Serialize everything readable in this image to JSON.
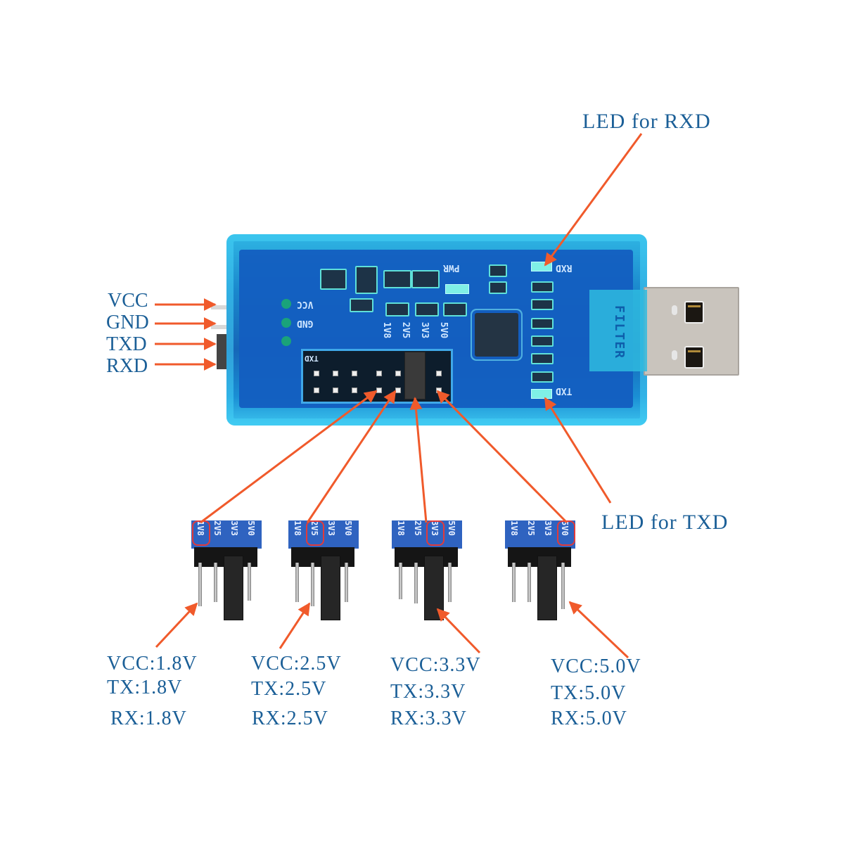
{
  "title": "USB to TTL serial adapter with selectable voltage jumper",
  "colors": {
    "label_text": "#1b5f97",
    "arrow": "#f05a2b",
    "case_blue": "#1a87cc",
    "highlight_circle": "#e23a3a"
  },
  "callouts": {
    "led_rxd": "LED for RXD",
    "led_txd": "LED for TXD"
  },
  "side_pins": [
    {
      "label": "VCC"
    },
    {
      "label": "GND"
    },
    {
      "label": "TXD"
    },
    {
      "label": "RXD"
    }
  ],
  "pcb_silkscreen": {
    "pwr": "PWR",
    "rxd": "RXD",
    "txd": "TXD",
    "vcc": "VCC",
    "gnd": "GND",
    "txd_header": "TXD",
    "v1": "1V8",
    "v2": "2V5",
    "v3": "3V3",
    "v4": "5V0",
    "filter": "FILTER"
  },
  "jumper_modules": [
    {
      "labels": [
        "1V8",
        "2V5",
        "3V3",
        "5V0"
      ],
      "selected": "1V8",
      "vcc": "VCC:1.8V",
      "tx": "TX:1.8V",
      "rx": "RX:1.8V"
    },
    {
      "labels": [
        "1V8",
        "2V5",
        "3V3",
        "5V0"
      ],
      "selected": "2V5",
      "vcc": "VCC:2.5V",
      "tx": "TX:2.5V",
      "rx": "RX:2.5V"
    },
    {
      "labels": [
        "1V8",
        "2V5",
        "3V3",
        "5V0"
      ],
      "selected": "3V3",
      "vcc": "VCC:3.3V",
      "tx": "TX:3.3V",
      "rx": "RX:3.3V"
    },
    {
      "labels": [
        "1V8",
        "2V5",
        "3V3",
        "5V0"
      ],
      "selected": "5V0",
      "vcc": "VCC:5.0V",
      "tx": "TX:5.0V",
      "rx": "RX:5.0V"
    }
  ]
}
